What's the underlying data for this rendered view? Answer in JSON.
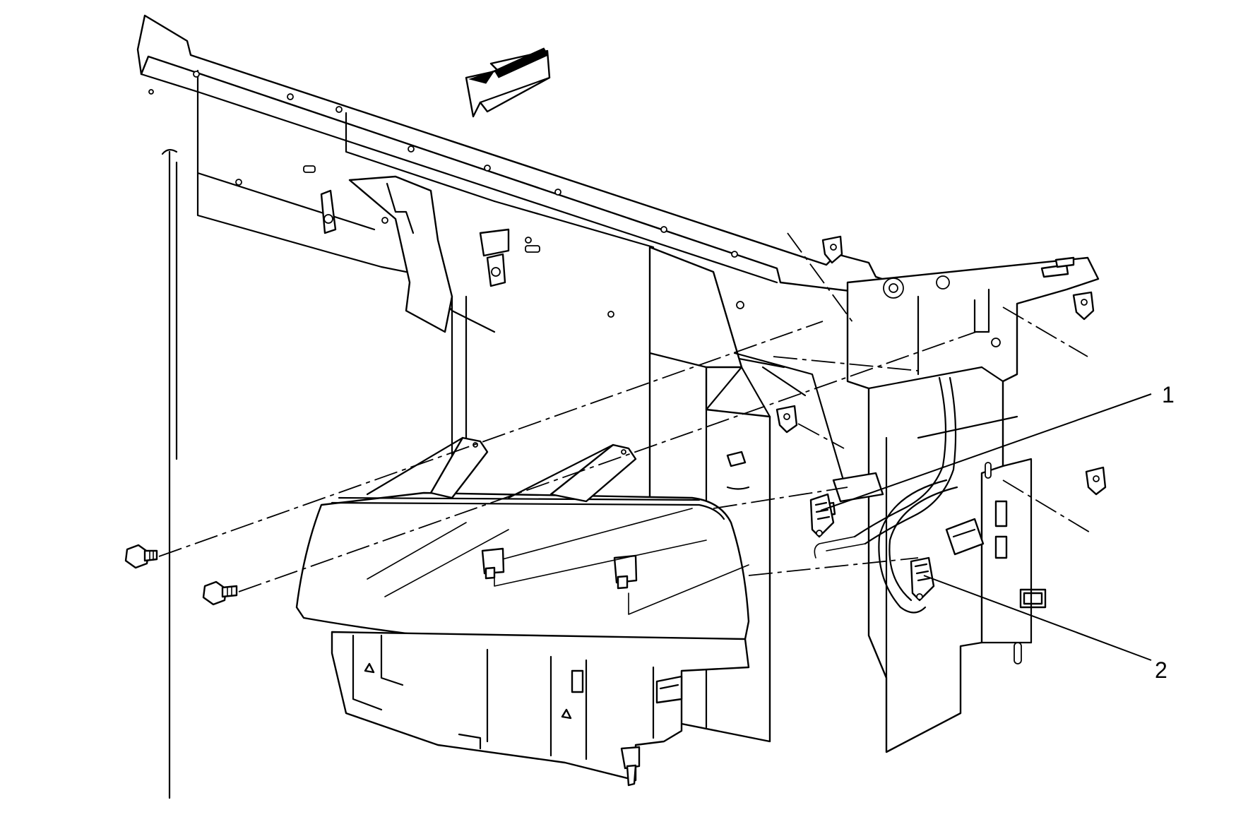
{
  "figure": {
    "callouts": [
      {
        "id": "1",
        "label": "1"
      },
      {
        "id": "2",
        "label": "2"
      }
    ],
    "colors": {
      "line": "#000000",
      "background": "#ffffff"
    },
    "icons": [
      "direction-arrow-icon"
    ]
  }
}
